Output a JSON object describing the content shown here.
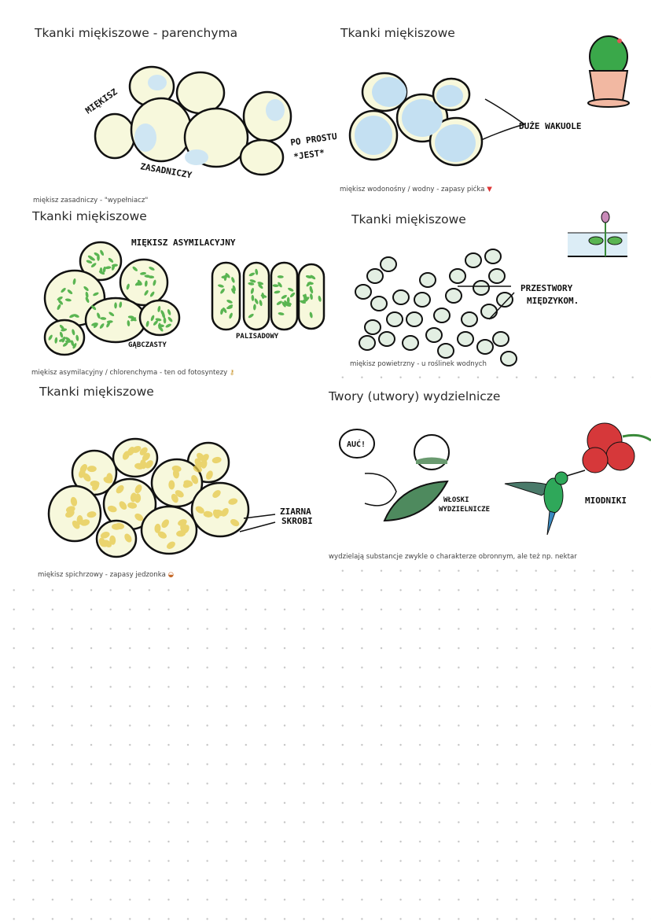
{
  "panels": [
    {
      "title": "Tkanki miękiszowe - parenchyma",
      "caption": "miękisz zasadniczy - \"wypełniacz\"",
      "labels": [
        "MIĘKISZ",
        "ZASADNICZY",
        "PO PROSTU",
        "*JEST*"
      ]
    },
    {
      "title": "Tkanki miękiszowe",
      "caption": "miękisz wodonośny / wodny - zapasy pićka",
      "labels": [
        "DUŻE WAKUOLE"
      ],
      "icon": "cup-icon"
    },
    {
      "title": "Tkanki miękiszowe",
      "caption": "miękisz asymilacyjny / chlorenchyma - ten od fotosyntezy",
      "labels": [
        "MIĘKISZ ASYMILACYJNY",
        "GĄBCZASTY",
        "PALISADOWY"
      ],
      "icon": "key-icon"
    },
    {
      "title": "Tkanki miękiszowe",
      "caption": "miękisz powietrzny - u roślinek wodnych",
      "labels": [
        "PRZESTWORY",
        "MIĘDZYKOM."
      ]
    },
    {
      "title": "Tkanki miękiszowe",
      "caption": "miękisz spichrzowy - zapasy jedzonka",
      "labels": [
        "ZIARNA",
        "SKROBI"
      ],
      "icon": "bowl-icon"
    },
    {
      "title": "Twory (utwory) wydzielnicze",
      "caption": "wydzielają substancje zwykle o charakterze obronnym, ale też np. nektar",
      "labels": [
        "AUĆ!",
        "WŁOSKI",
        "WYDZIELNICZE",
        "MIODNIKI"
      ]
    }
  ],
  "colors": {
    "cell_fill": "#f7f8dc",
    "vacuole": "#cfe6f3",
    "chloroplast": "#4caf50",
    "starch": "#e6c94a",
    "air_cell": "#e3efe3",
    "flower": "#d6383a",
    "leaf": "#4e8a5e"
  }
}
